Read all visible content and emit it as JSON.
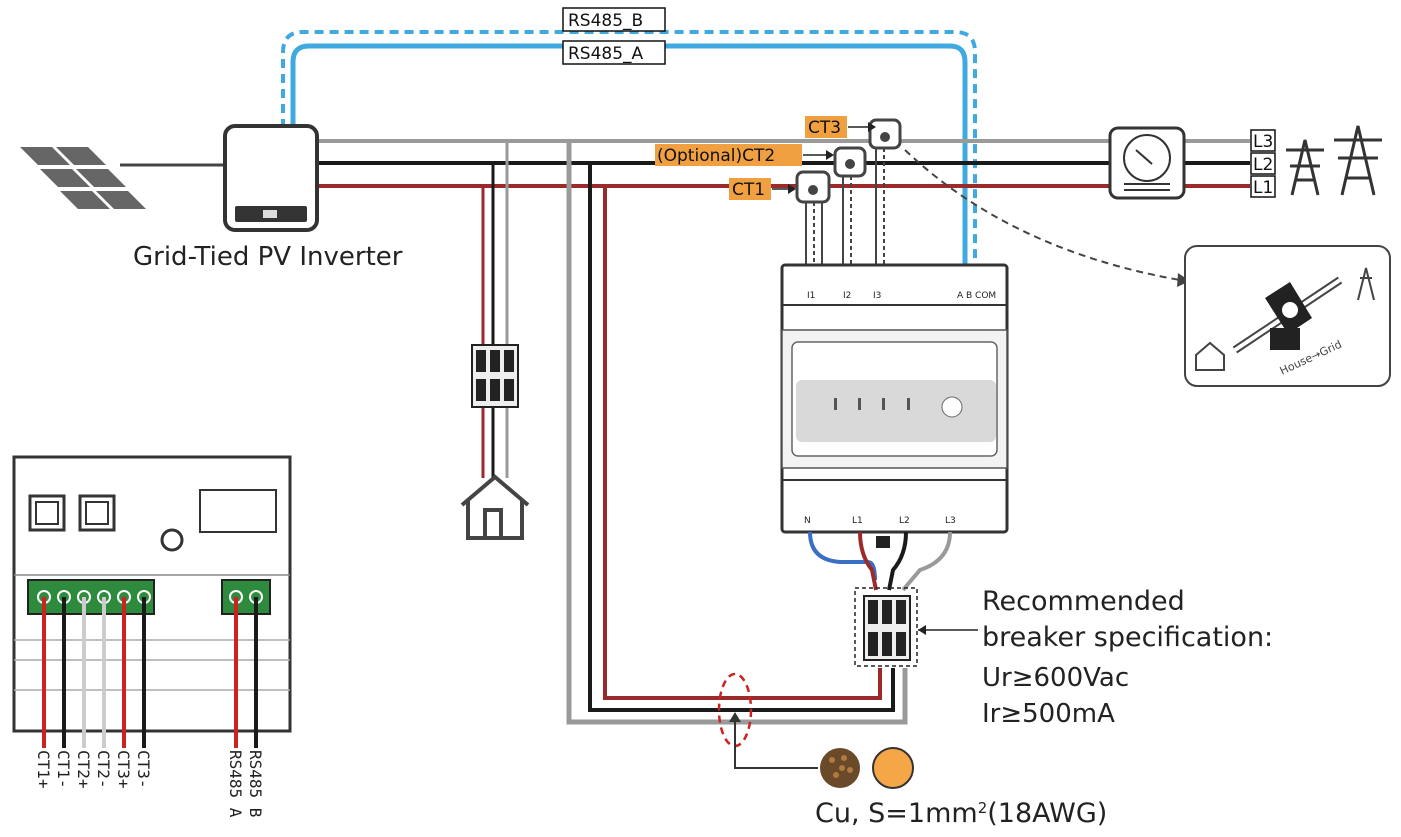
{
  "labels": {
    "rs485_b": "RS485_B",
    "rs485_a": "RS485_A",
    "inverter": "Grid-Tied PV Inverter",
    "ct1": "CT1",
    "ct2": "(Optional)CT2",
    "ct3": "CT3",
    "line_l3": "L3",
    "line_l2": "L2",
    "line_l1": "L1",
    "breaker_title_1": "Recommended",
    "breaker_title_2": "breaker specification:",
    "breaker_ur": "Ur≥600Vac",
    "breaker_ir": "Ir≥500mA",
    "cable_prefix": "Cu, S=1mm",
    "cable_sup": "2",
    "cable_suffix": "(18AWG)"
  },
  "meter_terminals": {
    "top": [
      "I1",
      "I2",
      "I3",
      "A B COM"
    ],
    "bottom": [
      "N",
      "L1",
      "L2",
      "L3"
    ]
  },
  "inset": {
    "caption": "House→Grid"
  },
  "inverter_terminals": [
    "CT1+",
    "CT1-",
    "CT2+",
    "CT2-",
    "CT3+",
    "CT3-",
    "RS485 A",
    "RS485 B"
  ],
  "colors": {
    "rs485_blue": "#3fa9e0",
    "ct_label_orange": "#f0a040",
    "wire_red": "#9b2a2a",
    "wire_black": "#1a1a1a",
    "wire_gray": "#9a9a9a",
    "terminal_green": "#2e8b3e",
    "cable_circle_orange": "#f5a646"
  }
}
